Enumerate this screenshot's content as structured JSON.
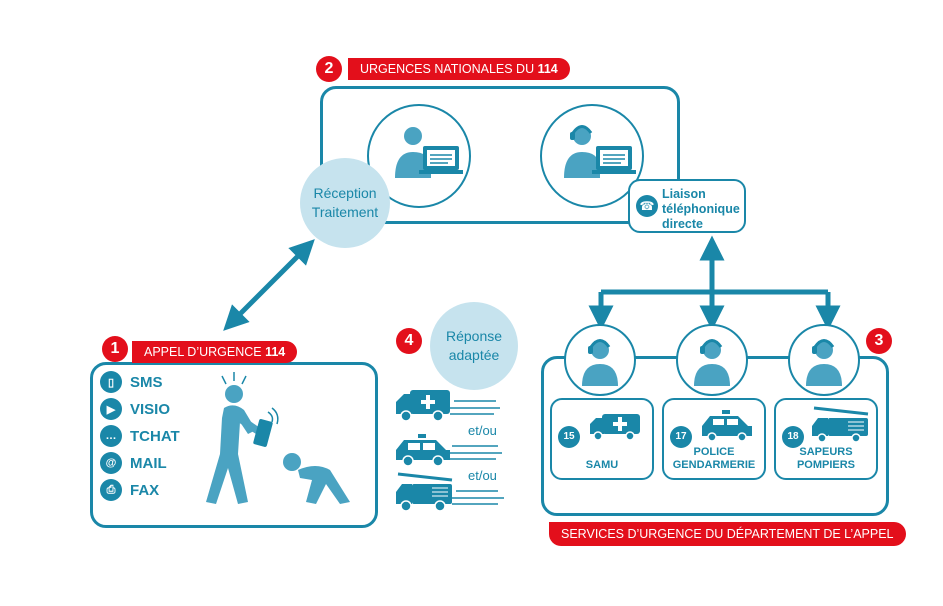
{
  "steps": {
    "step1": {
      "number": "1",
      "label_prefix": "APPEL D’URGENCE ",
      "label_bold": "114"
    },
    "step2": {
      "number": "2",
      "label_prefix": "URGENCES NATIONALES DU ",
      "label_bold": "114"
    },
    "step3": {
      "number": "3",
      "label": "SERVICES D’URGENCE DU DÉPARTEMENT DE L’APPEL"
    },
    "step4": {
      "number": "4"
    }
  },
  "bubbles": {
    "reception": {
      "line1": "Réception",
      "line2": "Traitement"
    },
    "response": {
      "line1": "Réponse",
      "line2": "adaptée"
    }
  },
  "liaison": {
    "line1": "Liaison",
    "line2": "téléphonique",
    "line3": "directe",
    "icon": "phone-icon"
  },
  "channels": [
    {
      "label": "SMS",
      "icon": "sms-icon",
      "glyph": "▯"
    },
    {
      "label": "VISIO",
      "icon": "video-icon",
      "glyph": "▶"
    },
    {
      "label": "TCHAT",
      "icon": "chat-icon",
      "glyph": "…"
    },
    {
      "label": "MAIL",
      "icon": "at-icon",
      "glyph": "@"
    },
    {
      "label": "FAX",
      "icon": "fax-icon",
      "glyph": "⎙"
    }
  ],
  "connectors": [
    "et/ou",
    "et/ou"
  ],
  "services": [
    {
      "number": "15",
      "line1": "SAMU",
      "line2": "",
      "icon": "ambulance-icon"
    },
    {
      "number": "17",
      "line1": "POLICE",
      "line2": "GENDARMERIE",
      "icon": "police-car-icon"
    },
    {
      "number": "18",
      "line1": "SAPEURS",
      "line2": "POMPIERS",
      "icon": "fire-truck-icon"
    }
  ],
  "colors": {
    "primary": "#1a87a8",
    "light": "#c6e3ee",
    "accent": "#e30f1b",
    "figure": "#4aa3c2"
  }
}
